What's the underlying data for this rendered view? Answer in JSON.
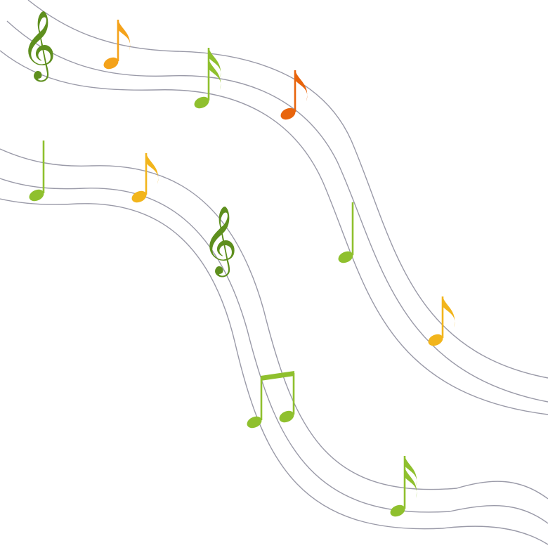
{
  "colors": {
    "background": "#ffffff",
    "staff_line": "#9a9aa8",
    "dark_green": "#5e8f1e",
    "light_green": "#8fc02e",
    "orange": "#f4a21a",
    "dark_orange": "#e8640c",
    "yellow": "#f2b51c"
  },
  "staves": [
    {
      "name": "upper-staff",
      "lines": 3
    },
    {
      "name": "lower-staff",
      "lines": 3
    }
  ],
  "symbols": [
    {
      "name": "treble-clef-icon",
      "kind": "treble-clef",
      "color": "dark_green",
      "staff": "upper-staff"
    },
    {
      "name": "eighth-note-icon",
      "kind": "eighth-note",
      "color": "orange",
      "staff": "upper-staff"
    },
    {
      "name": "sixteenth-note-icon",
      "kind": "sixteenth-note",
      "color": "light_green",
      "staff": "upper-staff"
    },
    {
      "name": "eighth-note-icon",
      "kind": "eighth-note",
      "color": "dark_orange",
      "staff": "upper-staff"
    },
    {
      "name": "quarter-note-icon",
      "kind": "quarter-note",
      "color": "light_green",
      "staff": "upper-staff"
    },
    {
      "name": "eighth-note-icon",
      "kind": "eighth-note",
      "color": "yellow",
      "staff": "upper-staff"
    },
    {
      "name": "quarter-note-icon",
      "kind": "quarter-note",
      "color": "light_green",
      "staff": "lower-staff"
    },
    {
      "name": "eighth-note-icon",
      "kind": "eighth-note",
      "color": "yellow",
      "staff": "lower-staff"
    },
    {
      "name": "treble-clef-icon",
      "kind": "treble-clef",
      "color": "dark_green",
      "staff": "lower-staff"
    },
    {
      "name": "beamed-eighth-notes-icon",
      "kind": "beamed-pair",
      "color": "light_green",
      "staff": "lower-staff"
    },
    {
      "name": "sixteenth-note-icon",
      "kind": "sixteenth-note",
      "color": "light_green",
      "staff": "lower-staff"
    }
  ]
}
